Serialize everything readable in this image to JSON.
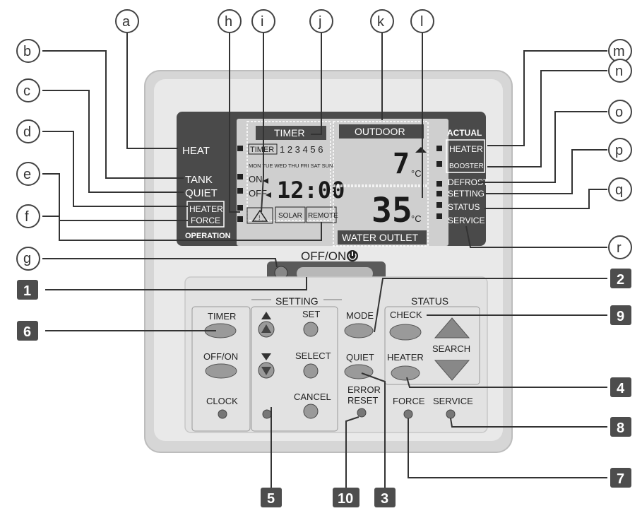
{
  "lcd": {
    "heat": "HEAT",
    "tank": "TANK",
    "quiet": "QUIET",
    "heater_force_line1": "HEATER",
    "heater_force_line2": "FORCE",
    "operation": "OPERATION",
    "timer_title": "TIMER",
    "timer_badge": "TIMER",
    "timer_numbers": "1 2 3 4 5 6",
    "weekdays": "MON TUE WED THU FRI SAT SUN",
    "on": "ON",
    "off": "OFF",
    "clock": "12:00",
    "solar": "SOLAR",
    "remote": "REMOTE",
    "outdoor": "OUTDOOR",
    "outdoor_temp": "7",
    "water_temp": "35",
    "celsius": "°C",
    "water_outlet": "WATER OUTLET",
    "actual": "ACTUAL",
    "actual_heater": "HEATER",
    "booster": "BOOSTER",
    "defrost": "DEFROST",
    "setting": "SETTING",
    "status": "STATUS",
    "service": "SERVICE"
  },
  "off_on_label": "OFF/ON",
  "groups": {
    "setting": "SETTING",
    "status": "STATUS"
  },
  "buttons": {
    "timer": "TIMER",
    "off_on": "OFF/ON",
    "clock": "CLOCK",
    "set": "SET",
    "select": "SELECT",
    "cancel": "CANCEL",
    "mode": "MODE",
    "quiet": "QUIET",
    "heater": "HEATER",
    "error_reset_line1": "ERROR",
    "error_reset_line2": "RESET",
    "check": "CHECK",
    "search": "SEARCH",
    "force": "FORCE",
    "service": "SERVICE"
  },
  "letter_callouts": [
    "a",
    "b",
    "c",
    "d",
    "e",
    "f",
    "g",
    "h",
    "i",
    "j",
    "k",
    "l",
    "m",
    "n",
    "o",
    "p",
    "q",
    "r"
  ],
  "number_callouts": [
    "1",
    "2",
    "3",
    "4",
    "5",
    "6",
    "7",
    "8",
    "9",
    "10"
  ],
  "colors": {
    "panel": "#e7e7e7",
    "lcd_frame": "#4a4a4a",
    "lcd_screen": "#cfcfcf",
    "button": "#9a9a9a",
    "callout_number_bg": "#4d4d4d"
  }
}
